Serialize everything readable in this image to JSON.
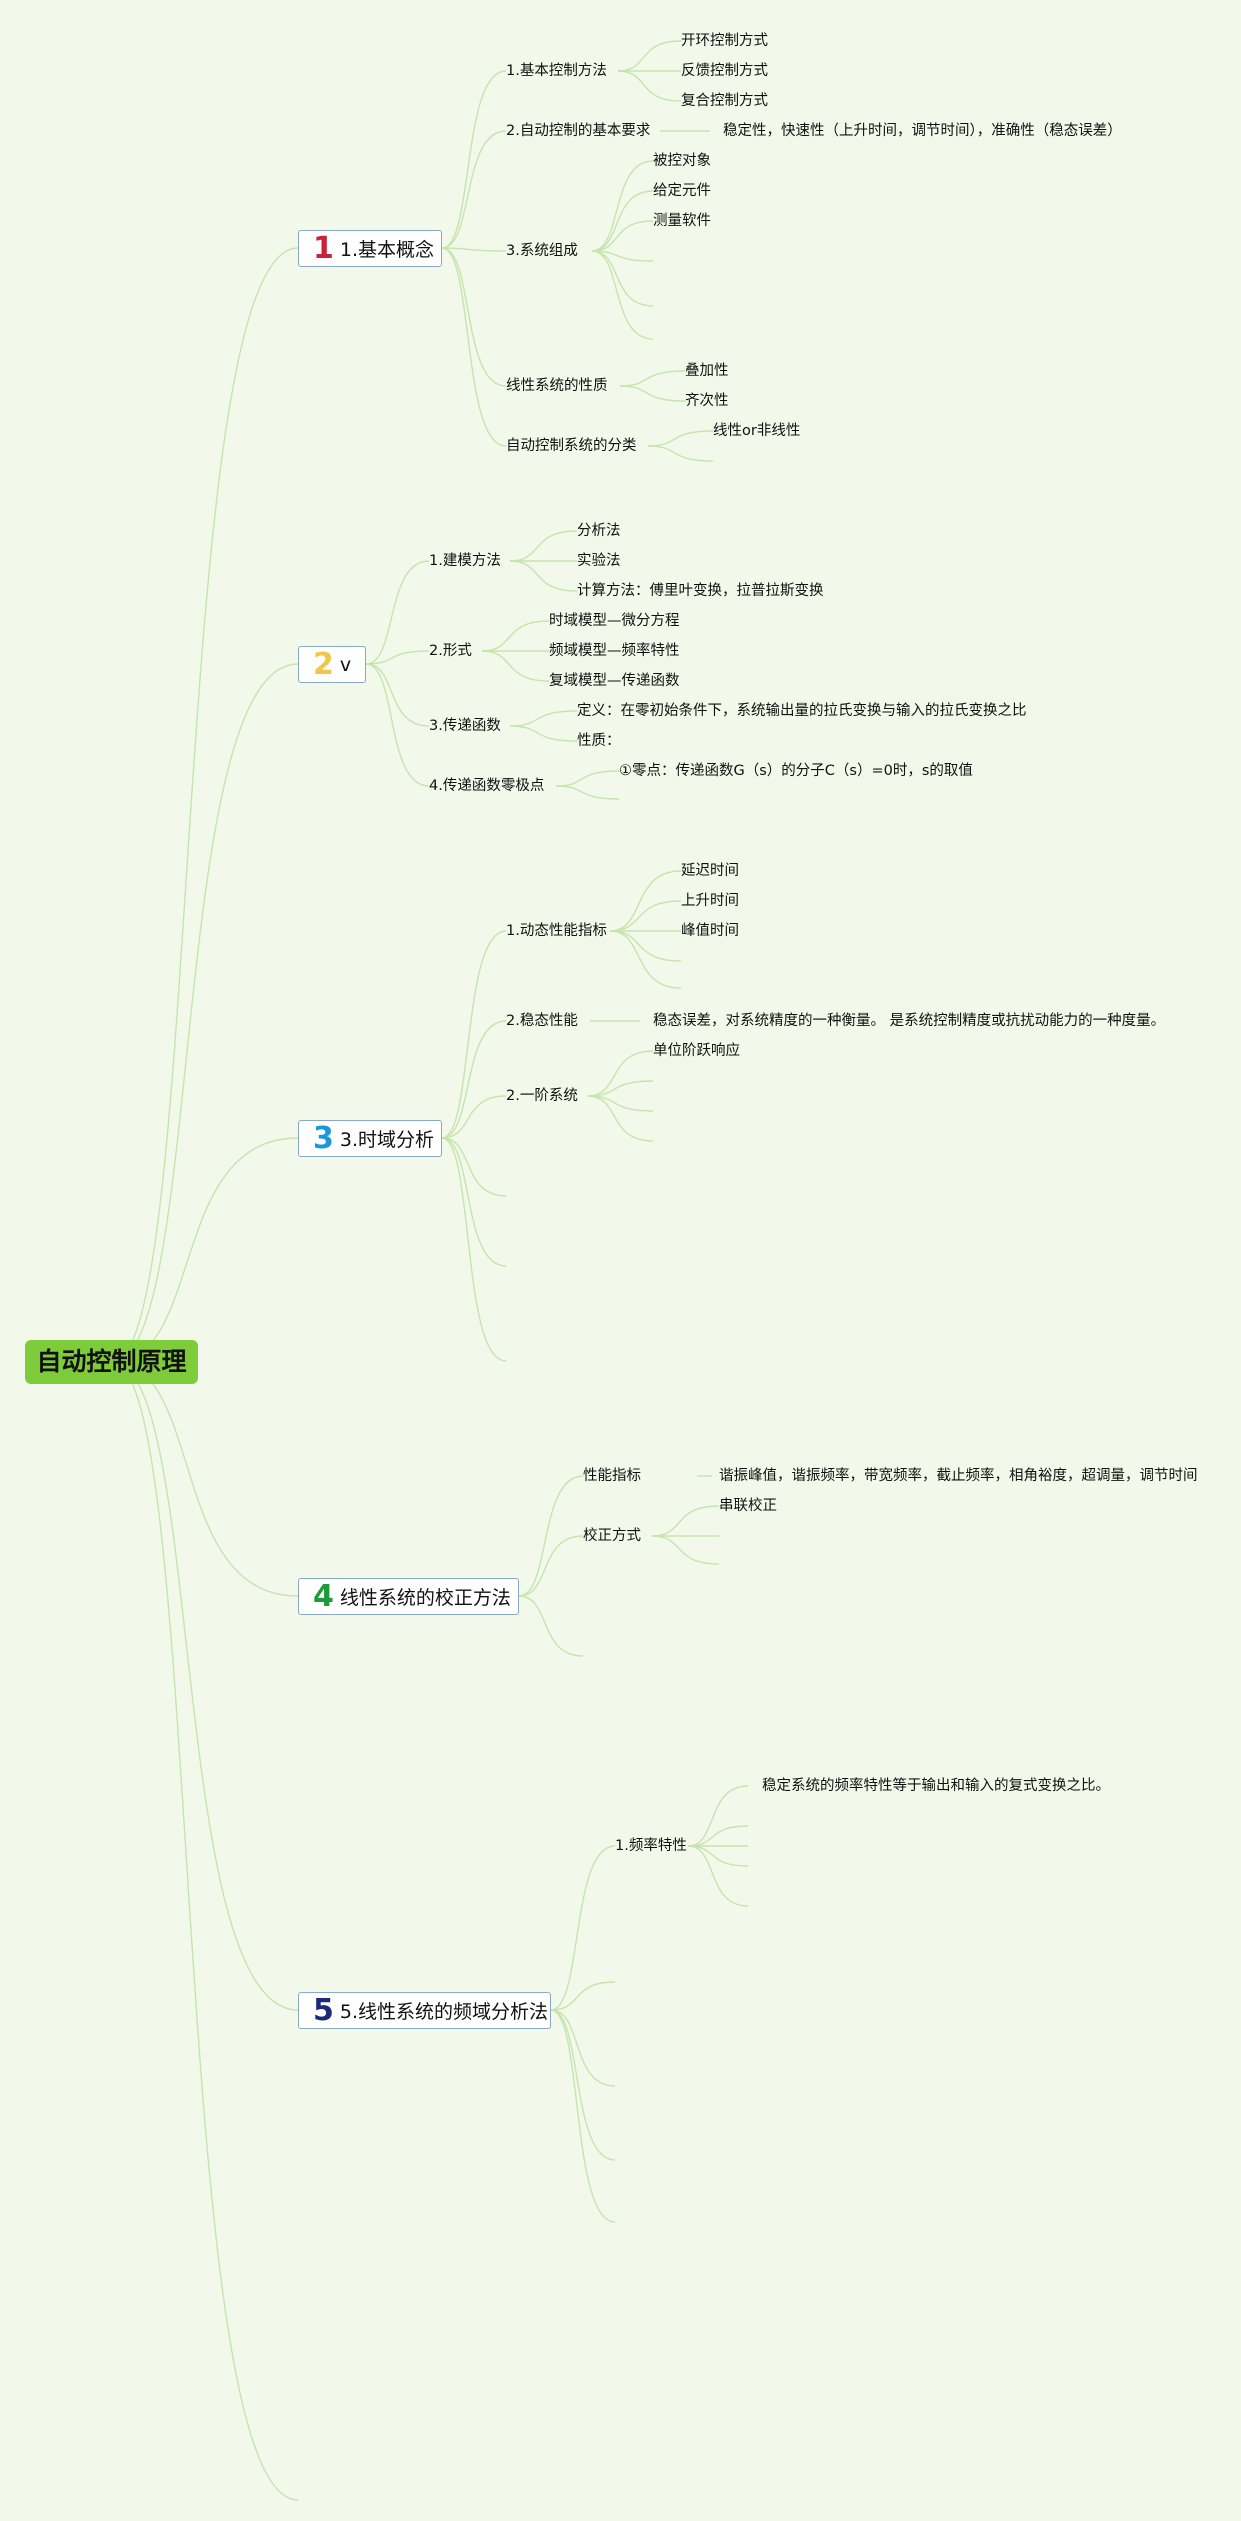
{
  "root": {
    "label": "自动控制原理"
  },
  "topics": [
    {
      "number": "1",
      "label": "1.基本概念",
      "children": [
        {
          "label": "1.基本控制方法",
          "leaves": [
            "开环控制方式",
            "反馈控制方式",
            "复合控制方式"
          ]
        },
        {
          "label": "2.自动控制的基本要求",
          "leaves": [
            "稳定性，快速性（上升时间，调节时间），准确性（稳态误差）"
          ]
        },
        {
          "label": "3.系统组成",
          "leaves": [
            "被控对象",
            "给定元件",
            "测量软件"
          ]
        },
        {
          "label": "线性系统的性质",
          "leaves": [
            "叠加性",
            "齐次性"
          ]
        },
        {
          "label": "自动控制系统的分类",
          "leaves": [
            "线性or非线性"
          ]
        }
      ]
    },
    {
      "number": "2",
      "label": "v",
      "children": [
        {
          "label": "1.建模方法",
          "leaves": [
            "分析法",
            "实验法",
            "计算方法：傅里叶变换，拉普拉斯变换"
          ]
        },
        {
          "label": "2.形式",
          "leaves": [
            "时域模型—微分方程",
            "频域模型—频率特性",
            "复域模型—传递函数"
          ]
        },
        {
          "label": "3.传递函数",
          "leaves": [
            "定义：在零初始条件下，系统输出量的拉氏变换与输入的拉氏变换之比",
            "性质："
          ]
        },
        {
          "label": "4.传递函数零极点",
          "leaves": [
            "①零点：传递函数G（s）的分子C（s）=0时，s的取值"
          ]
        }
      ]
    },
    {
      "number": "3",
      "label": "3.时域分析",
      "children": [
        {
          "label": "1.动态性能指标",
          "leaves": [
            "延迟时间",
            "上升时间",
            "峰值时间"
          ]
        },
        {
          "label": "2.稳态性能",
          "leaves": [
            "稳态误差，对系统精度的一种衡量。 是系统控制精度或抗扰动能力的一种度量。"
          ]
        },
        {
          "label": "2.一阶系统",
          "leaves": [
            "单位阶跃响应"
          ]
        }
      ]
    },
    {
      "number": "4",
      "label": "线性系统的校正方法",
      "children": [
        {
          "label": "性能指标",
          "leaves": [
            "谐振峰值，谐振频率，带宽频率，截止频率，相角裕度，超调量，调节时间"
          ]
        },
        {
          "label": "校正方式",
          "leaves": [
            "串联校正"
          ]
        }
      ]
    },
    {
      "number": "5",
      "label": "5.线性系统的频域分析法",
      "children": [
        {
          "label": "1.频率特性",
          "leaves": [
            "稳定系统的频率特性等于输出和输入的复式变换之比。"
          ]
        }
      ]
    }
  ]
}
